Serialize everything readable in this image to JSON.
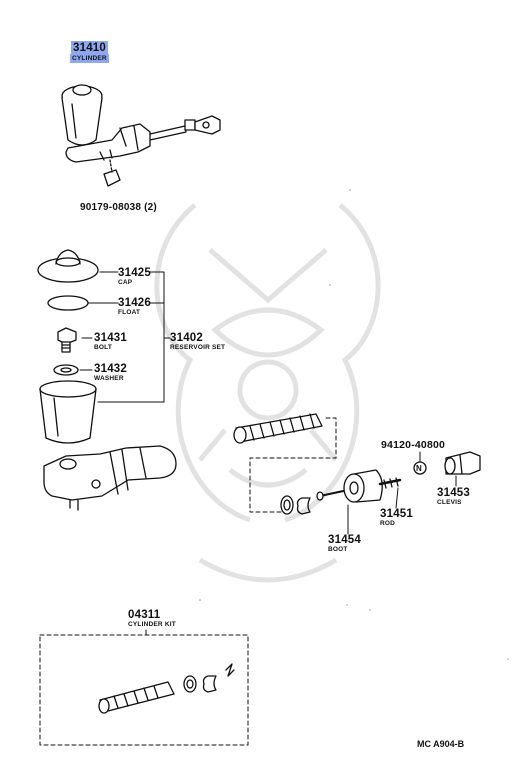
{
  "colors": {
    "ink": "#111111",
    "highlight": "#8ea8f0",
    "watermark": "#e2e2e2"
  },
  "parts": {
    "p31410": {
      "number": "31410",
      "name": "CYLINDER"
    },
    "p90179": {
      "number": "90179-08038 (2)"
    },
    "p31425": {
      "number": "31425",
      "name": "CAP"
    },
    "p31426": {
      "number": "31426",
      "name": "FLOAT"
    },
    "p31431": {
      "number": "31431",
      "name": "BOLT"
    },
    "p31432": {
      "number": "31432",
      "name": "WASHER"
    },
    "p31402": {
      "number": "31402",
      "name": "RESERVOIR SET"
    },
    "p94120": {
      "number": "94120-40800"
    },
    "p31453": {
      "number": "31453",
      "name": "CLEVIS"
    },
    "p31451": {
      "number": "31451",
      "name": "ROD"
    },
    "p31454": {
      "number": "31454",
      "name": "BOOT"
    },
    "p04311": {
      "number": "04311",
      "name": "CYLINDER KIT"
    }
  },
  "footer": {
    "code": "MC  A904-B"
  }
}
